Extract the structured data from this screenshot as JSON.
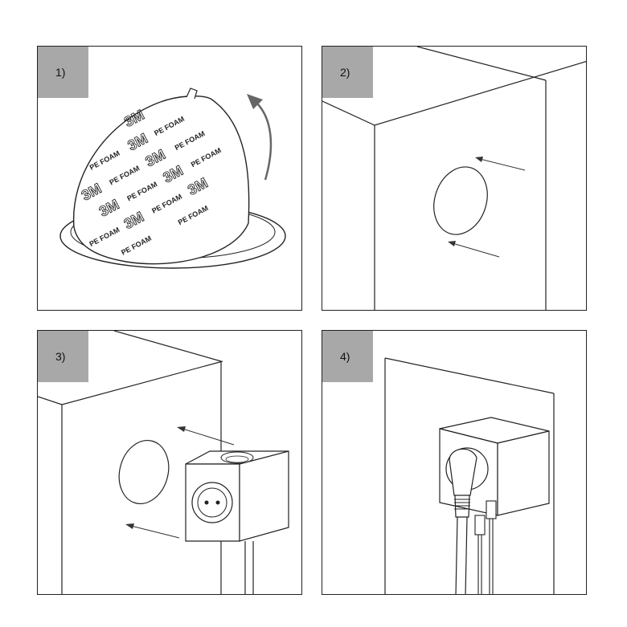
{
  "steps": [
    {
      "label": "1)"
    },
    {
      "label": "2)"
    },
    {
      "label": "3)"
    },
    {
      "label": "4)"
    }
  ],
  "tape": {
    "logo_text": "3M",
    "foam_text": "PE FOAM"
  },
  "colors": {
    "badge": "#a8a8a8",
    "line": "#222222",
    "background": "#ffffff"
  },
  "icons": {
    "peel_arrow": "curved-arrow-icon",
    "push_arrow": "straight-arrow-icon"
  }
}
